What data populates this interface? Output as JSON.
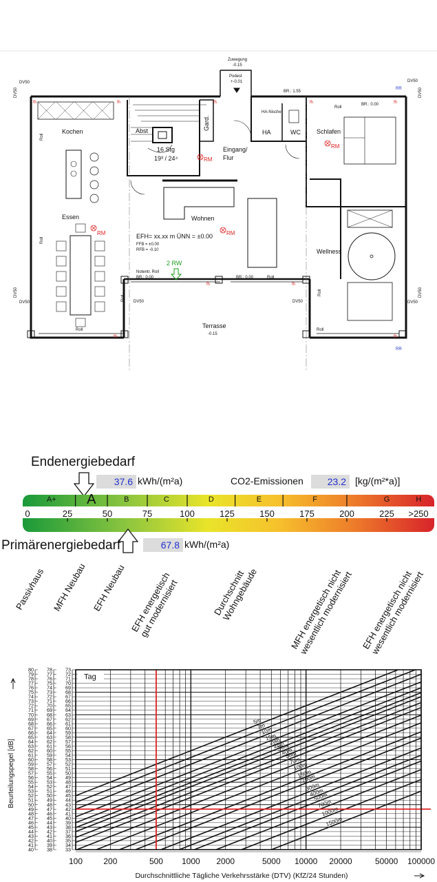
{
  "floorplan": {
    "zugang": {
      "label": "Zuwegung",
      "level": "-0.15"
    },
    "podest": {
      "label": "Podest",
      "level": "+-0.01"
    },
    "rooms": {
      "kochen": "Kochen",
      "abst": "Abst",
      "gard": "Gard.",
      "ha_nische": "HA-Nische",
      "ha": "HA",
      "wc": "WC",
      "schlafen": "Schlafen",
      "eingang": "Eingang/",
      "flur": "Flur",
      "essen": "Essen",
      "wohnen": "Wohnen",
      "wellness": "Wellness",
      "terrasse": "Terrasse"
    },
    "terrasse_level": "-0.15",
    "stairs": {
      "steps": "16 Stg",
      "ratio": "19³ / 24⁴"
    },
    "efh": "EFH= xx.xx m ÜNN = ±0.00",
    "ffb": "FFB = ±0.00",
    "rfb": "RFB = -0.10",
    "rw": "2 RW",
    "rm": "RM",
    "dv": "DV50",
    "rr": "RR",
    "roll": "Roll",
    "fh": "fh",
    "br155": "BR.: 1.55",
    "br000": "BR.: 0.00",
    "notentr": "Notentr. Roll"
  },
  "energy": {
    "endenergie_title": "Endenergiebedarf",
    "endenergie_value": "37.6",
    "endenergie_unit": "kWh/(m²a)",
    "co2_label": "CO2-Emissionen",
    "co2_value": "23.2",
    "co2_unit": "[kg/(m²*a)]",
    "primaer_title": "Primärenergiebedarf",
    "primaer_value": "67.8",
    "primaer_unit": "kWh/(m²a)",
    "classes": [
      "A+",
      "A",
      "B",
      "C",
      "D",
      "E",
      "F",
      "G",
      "H"
    ],
    "scale_ticks": [
      "0",
      "25",
      "50",
      "75",
      "100",
      "125",
      "150",
      "175",
      "200",
      "225",
      ">250"
    ],
    "endenergie_marker": 37.6,
    "primaer_marker": 67.8,
    "references": [
      {
        "line1": "Passivhaus",
        "line2": ""
      },
      {
        "line1": "MFH Neubau",
        "line2": ""
      },
      {
        "line1": "EFH Neubau",
        "line2": ""
      },
      {
        "line1": "EFH energetisch",
        "line2": "gut modernisiert"
      },
      {
        "line1": "Durchschnitt",
        "line2": "Wohngebäude"
      },
      {
        "line1": "MFH energetisch nicht",
        "line2": "wesentlich modernisiert"
      },
      {
        "line1": "EFH energetisch nicht",
        "line2": "wesentlich modernisiert"
      }
    ]
  },
  "chart_data": {
    "type": "line",
    "title": "",
    "xlabel": "Durchschnittliche Tägliche Verkehrsstärke (DTV) (KfZ/24 Stunden)",
    "ylabel": "Beurteilungspegel [dB]",
    "x_scale": "log",
    "xlim": [
      100,
      100000
    ],
    "x_ticks": [
      "100",
      "200",
      "500",
      "1000",
      "2000",
      "5000",
      "10000",
      "20000",
      "50000",
      "100000"
    ],
    "ylim": [
      40,
      80
    ],
    "y_columns": [
      {
        "range": [
          40,
          80
        ]
      },
      {
        "range": [
          38,
          78
        ]
      },
      {
        "range": [
          33,
          73
        ]
      }
    ],
    "legend_label": "Tag",
    "distance_lines": [
      {
        "name": "5m",
        "level_at_100": 52.0
      },
      {
        "name": "7m",
        "level_at_100": 50.5
      },
      {
        "name": "10m",
        "level_at_100": 49.0
      },
      {
        "name": "15m",
        "level_at_100": 47.3
      },
      {
        "name": "20m",
        "level_at_100": 46.0
      },
      {
        "name": "25m",
        "level_at_100": 44.9
      },
      {
        "name": "30m",
        "level_at_100": 44.0
      },
      {
        "name": "40m",
        "level_at_100": 42.7
      },
      {
        "name": "50m",
        "level_at_100": 41.6
      },
      {
        "name": "70m",
        "level_at_100": 39.9
      },
      {
        "name": "100m",
        "level_at_100": 38.2
      },
      {
        "name": "150m",
        "level_at_100": 36.2
      },
      {
        "name": "200m",
        "level_at_100": 34.8
      },
      {
        "name": "300m",
        "level_at_100": 32.6
      },
      {
        "name": "400m",
        "level_at_100": 31.0
      },
      {
        "name": "500m",
        "level_at_100": 29.7
      },
      {
        "name": "700m",
        "level_at_100": 27.8
      },
      {
        "name": "1000m",
        "level_at_100": 25.6
      },
      {
        "name": "1500m",
        "level_at_100": 23.0
      }
    ],
    "slope_db_per_decade": 10,
    "reference_lines": {
      "x": 500,
      "y": 49
    }
  }
}
